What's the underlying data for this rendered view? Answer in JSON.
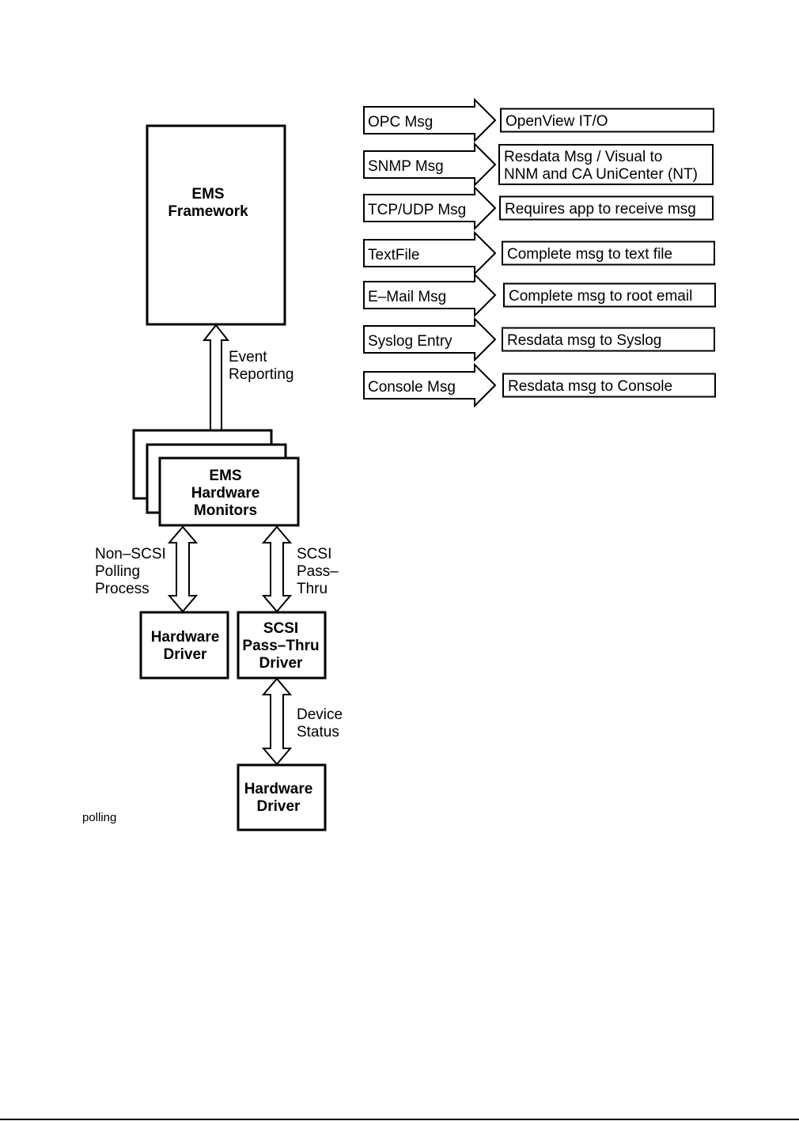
{
  "framework_box": {
    "line1": "EMS",
    "line2": "Framework"
  },
  "event_reporting_label": {
    "line1": "Event",
    "line2": "Reporting"
  },
  "monitors_box": {
    "line1": "EMS",
    "line2": "Hardware",
    "line3": "Monitors"
  },
  "non_scsi_label": {
    "line1": "Non–SCSI",
    "line2": "Polling",
    "line3": "Process"
  },
  "scsi_passthru_label": {
    "line1": "SCSI",
    "line2": "Pass–",
    "line3": "Thru"
  },
  "hardware_driver_left": {
    "line1": "Hardware",
    "line2": "Driver"
  },
  "scsi_driver_box": {
    "line1": "SCSI",
    "line2": "Pass–Thru",
    "line3": "Driver"
  },
  "device_status_label": {
    "line1": "Device",
    "line2": "Status"
  },
  "hardware_driver_bottom": {
    "line1": "Hardware",
    "line2": "Driver"
  },
  "footnote": "polling",
  "notifications": [
    {
      "source": "OPC Msg",
      "target": [
        "OpenView IT/O"
      ]
    },
    {
      "source": "SNMP Msg",
      "target": [
        "Resdata Msg / Visual to",
        "NNM and CA UniCenter (NT)"
      ]
    },
    {
      "source": "TCP/UDP Msg",
      "target": [
        "Requires app to receive msg"
      ]
    },
    {
      "source": "TextFile",
      "target": [
        "Complete msg to text file"
      ]
    },
    {
      "source": "E–Mail Msg",
      "target": [
        "Complete msg to root email"
      ]
    },
    {
      "source": "Syslog Entry",
      "target": [
        "Resdata msg to Syslog"
      ]
    },
    {
      "source": "Console Msg",
      "target": [
        "Resdata msg to Console"
      ]
    }
  ]
}
